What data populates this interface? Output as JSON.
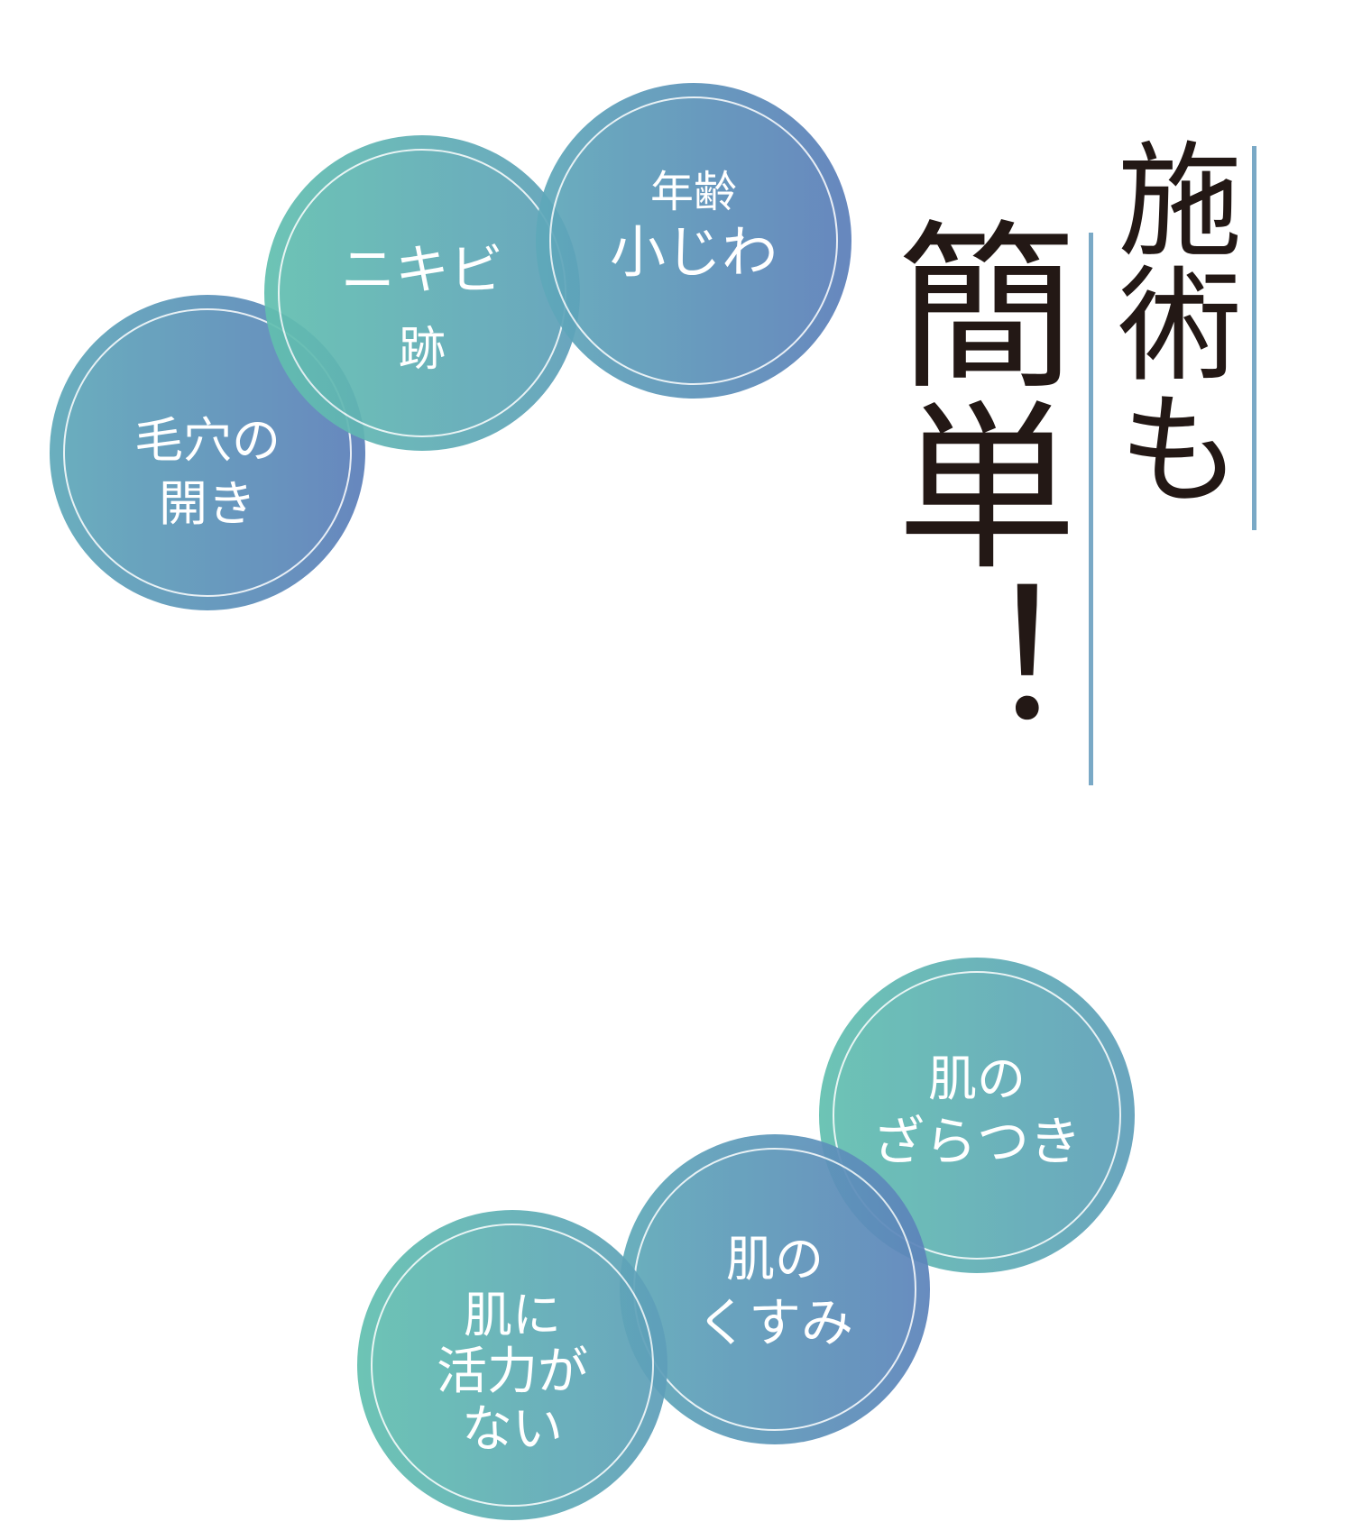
{
  "headline": {
    "line1": "施術も",
    "line2": "簡単！"
  },
  "colors": {
    "teal": "#62c0b0",
    "blue": "#5c7fba",
    "line": "#7aa9c6",
    "text": "#231815"
  },
  "top_bubbles": [
    {
      "line1": "毛穴の",
      "line2": "開き"
    },
    {
      "line1": "ニキビ",
      "line2": "跡"
    },
    {
      "line1": "年齢",
      "line2": "小じわ"
    }
  ],
  "bottom_bubbles": [
    {
      "line1": "肌の",
      "line2": "ざらつき"
    },
    {
      "line1": "肌の",
      "line2": "くすみ"
    },
    {
      "line1": "肌に",
      "line2": "活力が",
      "line3": "ない"
    }
  ]
}
